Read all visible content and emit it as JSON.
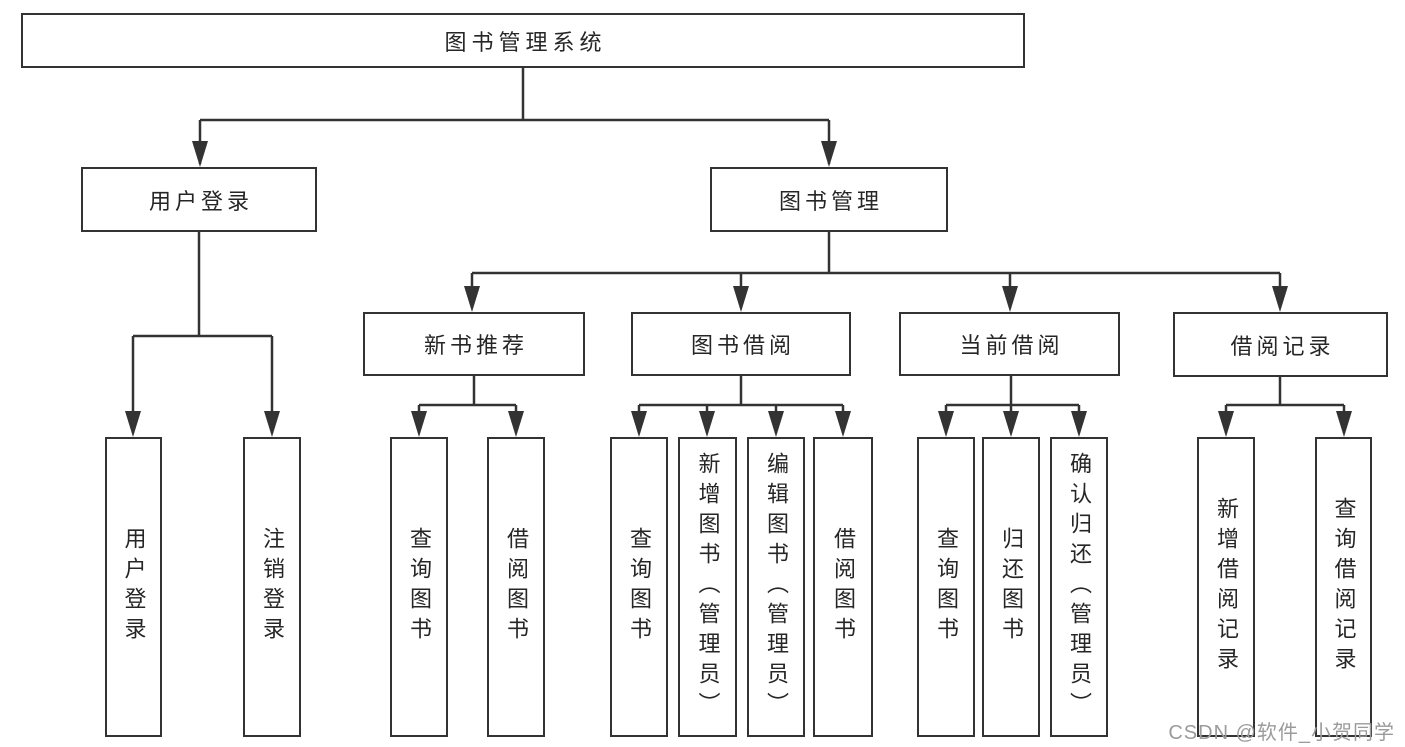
{
  "diagram": {
    "root": {
      "label": "图书管理系统"
    },
    "branches": [
      {
        "label": "用户登录",
        "leaves": [
          {
            "label": "用户登录"
          },
          {
            "label": "注销登录"
          }
        ]
      },
      {
        "label": "图书管理",
        "groups": [
          {
            "label": "新书推荐",
            "leaves": [
              {
                "label": "查询图书"
              },
              {
                "label": "借阅图书"
              }
            ]
          },
          {
            "label": "图书借阅",
            "leaves": [
              {
                "label": "查询图书"
              },
              {
                "label": "新增图书（管理员）"
              },
              {
                "label": "编辑图书（管理员）"
              },
              {
                "label": "借阅图书"
              }
            ]
          },
          {
            "label": "当前借阅",
            "leaves": [
              {
                "label": "查询图书"
              },
              {
                "label": "归还图书"
              },
              {
                "label": "确认归还（管理员）"
              }
            ]
          },
          {
            "label": "借阅记录",
            "leaves": [
              {
                "label": "新增借阅记录"
              },
              {
                "label": "查询借阅记录"
              }
            ]
          }
        ]
      }
    ]
  },
  "watermark": {
    "text": "CSDN @软件_小贺同学"
  },
  "colors": {
    "line_color": "#333333",
    "box_border": "#333333",
    "box_bg": "#ffffff",
    "text_color": "#262626",
    "watermark_color": "#9b9b9b",
    "page_bg": "#ffffff"
  }
}
